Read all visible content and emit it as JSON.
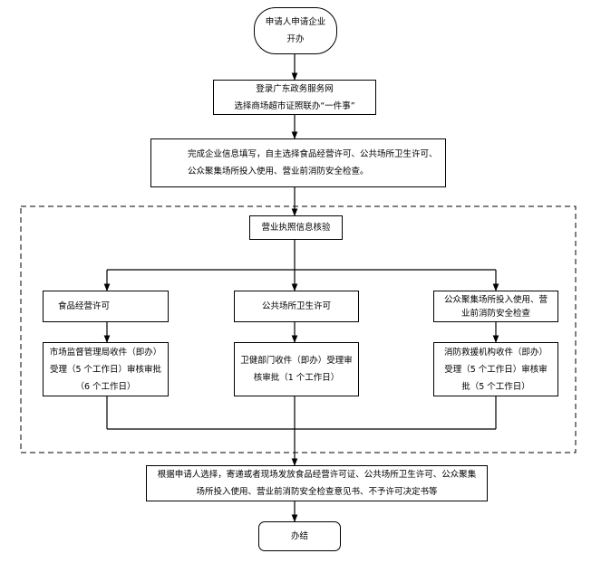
{
  "start": {
    "line1": "申请人申请企业",
    "line2": "开办"
  },
  "login": {
    "line1": "登录广东政务服务网",
    "line2": "选择商场超市证照联办“一件事”"
  },
  "fill": {
    "line1": "完成企业信息填写，自主选择食品经营许可、公共场所卫生许可、",
    "line2": "公众聚集场所投入使用、营业前消防安全检查。"
  },
  "verify": {
    "label": "营业执照信息核验"
  },
  "branches": [
    {
      "title": "食品经营许可",
      "detail": [
        "市场监督管理局收件（即办）",
        "受理（5 个工作日）审核审批",
        "（6 个工作日）"
      ]
    },
    {
      "title": "公共场所卫生许可",
      "detail": [
        "卫健部门收件（即办）受理审",
        "核审批（1 个工作日）"
      ]
    },
    {
      "title": [
        "公众聚集场所投入使用、营",
        "业前消防安全检查"
      ],
      "detail": [
        "消防救援机构收件（即办）",
        "受理（5 个工作日）审核审",
        "批（5 个工作日）"
      ]
    }
  ],
  "issue": {
    "line1": "根据申请人选择，寄递或者现场发放食品经营许可证、公共场所卫生许可、公众聚集",
    "line2": "场所投入使用、营业前消防安全检查意见书、不予许可决定书等"
  },
  "end": {
    "label": "办结"
  }
}
